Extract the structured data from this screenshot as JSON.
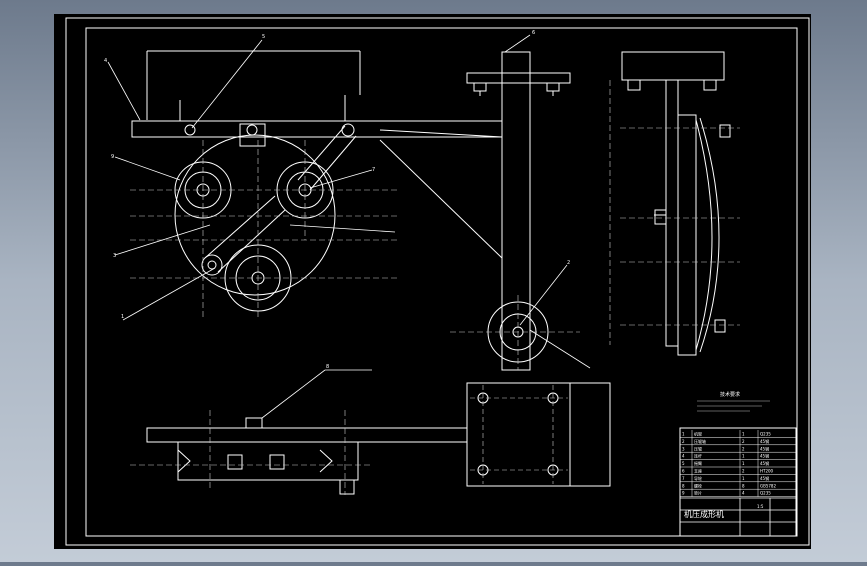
{
  "colors": {
    "background_top": "#6d7a8c",
    "sheet": "#000000",
    "line": "#ffffff",
    "dim": "#9aa0a6"
  },
  "balloons": [
    "1",
    "2",
    "3",
    "4",
    "5",
    "6",
    "7",
    "8",
    "9"
  ],
  "notes_title": "技术要求",
  "title_block": {
    "title": "机压成形机",
    "sheet_scale": "1:5",
    "rows": [
      {
        "no": "1",
        "name": "机架",
        "qty": "1",
        "mat": "Q235"
      },
      {
        "no": "2",
        "name": "压辊轴",
        "qty": "2",
        "mat": "45钢"
      },
      {
        "no": "3",
        "name": "压辊",
        "qty": "2",
        "mat": "45钢"
      },
      {
        "no": "4",
        "name": "连杆",
        "qty": "1",
        "mat": "45钢"
      },
      {
        "no": "5",
        "name": "摇臂",
        "qty": "1",
        "mat": "45钢"
      },
      {
        "no": "6",
        "name": "支座",
        "qty": "2",
        "mat": "HT200"
      },
      {
        "no": "7",
        "name": "导轮",
        "qty": "1",
        "mat": "45钢"
      },
      {
        "no": "8",
        "name": "螺栓",
        "qty": "8",
        "mat": "GB5782"
      },
      {
        "no": "9",
        "name": "垫片",
        "qty": "4",
        "mat": "Q235"
      }
    ]
  }
}
